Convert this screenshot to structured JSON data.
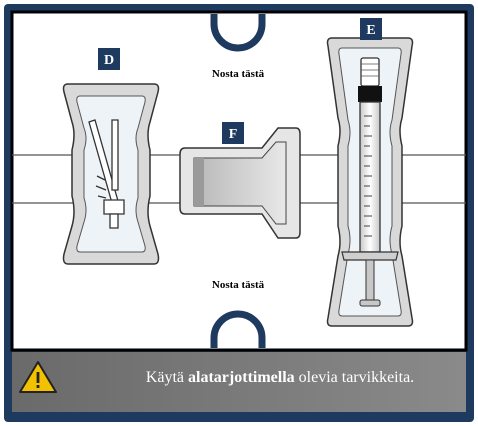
{
  "labels": {
    "d": "D",
    "e": "E",
    "f": "F",
    "lift_top": "Nosta tästä",
    "lift_bottom": "Nosta tästä"
  },
  "note": {
    "prefix": "Käytä",
    "bold": "alatarjottimella",
    "suffix": "olevia tarvikkeita.",
    "icon": "warning-triangle-icon"
  },
  "colors": {
    "frame": "#1f3a5f",
    "note_bar": "#6e6e6e",
    "label_bg": "#1f3a5f",
    "warning": "#f2c200"
  }
}
